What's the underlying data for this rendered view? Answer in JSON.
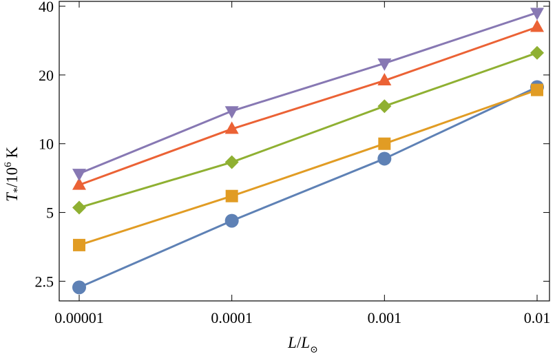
{
  "chart_data": {
    "type": "line",
    "title": "",
    "xlabel": "L/L⊙",
    "ylabel": "T*/10^6 K",
    "x_scale": "log",
    "y_scale": "log",
    "xlim": [
      1e-05,
      0.01
    ],
    "ylim": [
      2.05,
      42
    ],
    "x_ticks": [
      1e-05,
      0.0001,
      0.001,
      0.01
    ],
    "x_tick_labels": [
      "0.00001",
      "0.0001",
      "0.001",
      "0.01"
    ],
    "y_ticks": [
      2.5,
      5,
      10,
      20,
      40
    ],
    "y_tick_labels": [
      "2.5",
      "5",
      "10",
      "20",
      "40"
    ],
    "grid": false,
    "legend": "none",
    "x": [
      1e-05,
      0.0001,
      0.001,
      0.01
    ],
    "series": [
      {
        "marker": "circle",
        "color": "#5E81B5",
        "values": [
          2.35,
          4.6,
          8.6,
          17.7
        ]
      },
      {
        "marker": "square",
        "color": "#E19C24",
        "values": [
          3.6,
          5.9,
          10.0,
          17.2
        ]
      },
      {
        "marker": "diamond",
        "color": "#8FB032",
        "values": [
          5.25,
          8.3,
          14.6,
          25.0
        ]
      },
      {
        "marker": "triangle-up",
        "color": "#EB6235",
        "values": [
          6.6,
          11.6,
          18.9,
          32.4
        ]
      },
      {
        "marker": "triangle-down",
        "color": "#8778B3",
        "values": [
          7.4,
          13.9,
          22.5,
          37.5
        ]
      }
    ]
  }
}
